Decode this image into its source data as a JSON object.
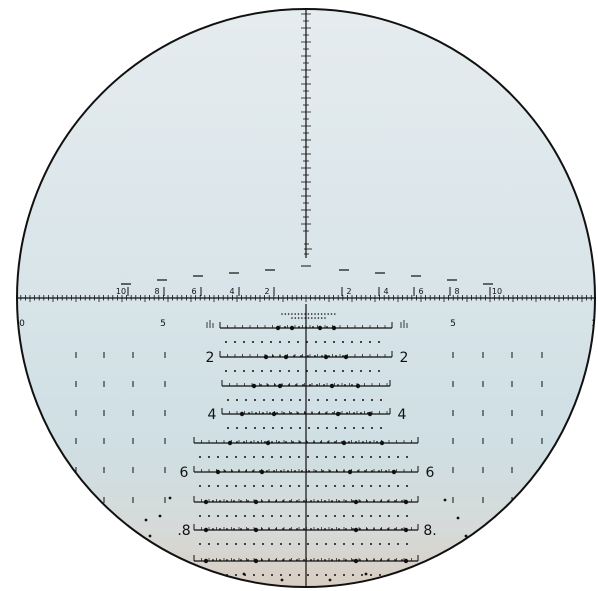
{
  "reticle": {
    "colors": {
      "ink": "#111111",
      "sky_top": "#e6ecef",
      "sky_bottom": "#cfdfe4",
      "ground": "#d9ccc0",
      "outside": "#ffffff"
    },
    "top_scale_labels": [
      "10",
      "8",
      "6",
      "4",
      "2",
      "2",
      "4",
      "6",
      "8",
      "10"
    ],
    "horizontal_labels": [
      "0",
      "5",
      "5",
      "1"
    ],
    "holdover_labels": [
      {
        "left": "2",
        "right": "2"
      },
      {
        "left": "4",
        "right": "4"
      },
      {
        "left": "6",
        "right": "6"
      },
      {
        "left": ".8",
        "right": "8."
      }
    ]
  }
}
